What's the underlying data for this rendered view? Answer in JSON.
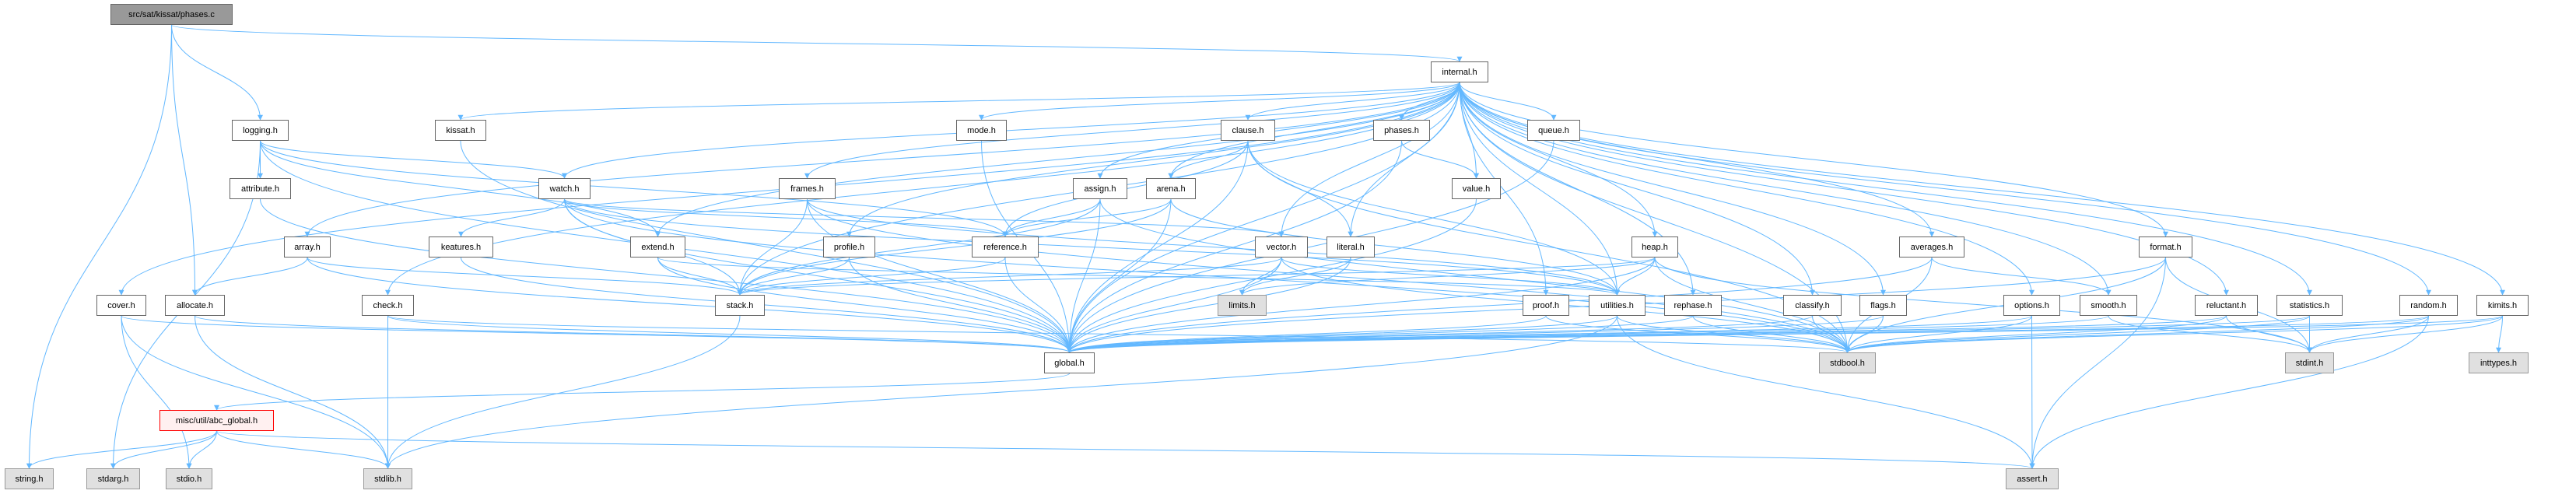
{
  "colors": {
    "edge": "#63b8ff",
    "root_fill": "#999999",
    "system_fill": "#e0e0e0",
    "error_border": "#ff0000"
  },
  "nodes": [
    {
      "id": "phases_c",
      "label": "src/sat/kissat/phases.c",
      "kind": "root"
    },
    {
      "id": "internal",
      "label": "internal.h",
      "kind": "normal"
    },
    {
      "id": "logging",
      "label": "logging.h",
      "kind": "normal"
    },
    {
      "id": "kissat",
      "label": "kissat.h",
      "kind": "normal"
    },
    {
      "id": "mode",
      "label": "mode.h",
      "kind": "normal"
    },
    {
      "id": "clause",
      "label": "clause.h",
      "kind": "normal"
    },
    {
      "id": "phases",
      "label": "phases.h",
      "kind": "normal"
    },
    {
      "id": "queue",
      "label": "queue.h",
      "kind": "normal"
    },
    {
      "id": "attribute",
      "label": "attribute.h",
      "kind": "normal"
    },
    {
      "id": "watch",
      "label": "watch.h",
      "kind": "normal"
    },
    {
      "id": "frames",
      "label": "frames.h",
      "kind": "normal"
    },
    {
      "id": "assign",
      "label": "assign.h",
      "kind": "normal"
    },
    {
      "id": "arena",
      "label": "arena.h",
      "kind": "normal"
    },
    {
      "id": "value",
      "label": "value.h",
      "kind": "normal"
    },
    {
      "id": "array",
      "label": "array.h",
      "kind": "normal"
    },
    {
      "id": "keatures",
      "label": "keatures.h",
      "kind": "normal"
    },
    {
      "id": "extend",
      "label": "extend.h",
      "kind": "normal"
    },
    {
      "id": "profile",
      "label": "profile.h",
      "kind": "normal"
    },
    {
      "id": "reference",
      "label": "reference.h",
      "kind": "normal"
    },
    {
      "id": "vector",
      "label": "vector.h",
      "kind": "normal"
    },
    {
      "id": "literal",
      "label": "literal.h",
      "kind": "normal"
    },
    {
      "id": "heap",
      "label": "heap.h",
      "kind": "normal"
    },
    {
      "id": "averages",
      "label": "averages.h",
      "kind": "normal"
    },
    {
      "id": "format",
      "label": "format.h",
      "kind": "normal"
    },
    {
      "id": "cover",
      "label": "cover.h",
      "kind": "normal"
    },
    {
      "id": "allocate",
      "label": "allocate.h",
      "kind": "normal"
    },
    {
      "id": "check",
      "label": "check.h",
      "kind": "normal"
    },
    {
      "id": "stack",
      "label": "stack.h",
      "kind": "normal"
    },
    {
      "id": "limits",
      "label": "limits.h",
      "kind": "system"
    },
    {
      "id": "proof",
      "label": "proof.h",
      "kind": "normal"
    },
    {
      "id": "utilities",
      "label": "utilities.h",
      "kind": "normal"
    },
    {
      "id": "rephase",
      "label": "rephase.h",
      "kind": "normal"
    },
    {
      "id": "classify",
      "label": "classify.h",
      "kind": "normal"
    },
    {
      "id": "flags",
      "label": "flags.h",
      "kind": "normal"
    },
    {
      "id": "options",
      "label": "options.h",
      "kind": "normal"
    },
    {
      "id": "smooth",
      "label": "smooth.h",
      "kind": "normal"
    },
    {
      "id": "reluctant",
      "label": "reluctant.h",
      "kind": "normal"
    },
    {
      "id": "statistics",
      "label": "statistics.h",
      "kind": "normal"
    },
    {
      "id": "random",
      "label": "random.h",
      "kind": "normal"
    },
    {
      "id": "kimits",
      "label": "kimits.h",
      "kind": "normal"
    },
    {
      "id": "global",
      "label": "global.h",
      "kind": "normal"
    },
    {
      "id": "stdbool",
      "label": "stdbool.h",
      "kind": "system"
    },
    {
      "id": "stdint",
      "label": "stdint.h",
      "kind": "system"
    },
    {
      "id": "inttypes",
      "label": "inttypes.h",
      "kind": "system"
    },
    {
      "id": "abc_global",
      "label": "misc/util/abc_global.h",
      "kind": "error"
    },
    {
      "id": "string",
      "label": "string.h",
      "kind": "system"
    },
    {
      "id": "stdarg",
      "label": "stdarg.h",
      "kind": "system"
    },
    {
      "id": "stdio",
      "label": "stdio.h",
      "kind": "system"
    },
    {
      "id": "stdlib",
      "label": "stdlib.h",
      "kind": "system"
    },
    {
      "id": "assert",
      "label": "assert.h",
      "kind": "system"
    }
  ],
  "edges": [
    [
      "phases_c",
      "internal"
    ],
    [
      "phases_c",
      "logging"
    ],
    [
      "phases_c",
      "allocate"
    ],
    [
      "phases_c",
      "string"
    ],
    [
      "internal",
      "arena"
    ],
    [
      "internal",
      "array"
    ],
    [
      "internal",
      "assign"
    ],
    [
      "internal",
      "averages"
    ],
    [
      "internal",
      "check"
    ],
    [
      "internal",
      "classify"
    ],
    [
      "internal",
      "clause"
    ],
    [
      "internal",
      "cover"
    ],
    [
      "internal",
      "extend"
    ],
    [
      "internal",
      "flags"
    ],
    [
      "internal",
      "format"
    ],
    [
      "internal",
      "frames"
    ],
    [
      "internal",
      "heap"
    ],
    [
      "internal",
      "kimits"
    ],
    [
      "internal",
      "kissat"
    ],
    [
      "internal",
      "literal"
    ],
    [
      "internal",
      "mode"
    ],
    [
      "internal",
      "options"
    ],
    [
      "internal",
      "phases"
    ],
    [
      "internal",
      "profile"
    ],
    [
      "internal",
      "proof"
    ],
    [
      "internal",
      "queue"
    ],
    [
      "internal",
      "random"
    ],
    [
      "internal",
      "reluctant"
    ],
    [
      "internal",
      "rephase"
    ],
    [
      "internal",
      "smooth"
    ],
    [
      "internal",
      "stack"
    ],
    [
      "internal",
      "statistics"
    ],
    [
      "internal",
      "utilities"
    ],
    [
      "internal",
      "value"
    ],
    [
      "internal",
      "vector"
    ],
    [
      "internal",
      "watch"
    ],
    [
      "internal",
      "global"
    ],
    [
      "internal",
      "stdbool"
    ],
    [
      "logging",
      "attribute"
    ],
    [
      "logging",
      "watch"
    ],
    [
      "logging",
      "reference"
    ],
    [
      "logging",
      "extend"
    ],
    [
      "logging",
      "global"
    ],
    [
      "logging",
      "stdarg"
    ],
    [
      "kissat",
      "global"
    ],
    [
      "mode",
      "global"
    ],
    [
      "clause",
      "arena"
    ],
    [
      "clause",
      "reference"
    ],
    [
      "clause",
      "literal"
    ],
    [
      "clause",
      "utilities"
    ],
    [
      "clause",
      "global"
    ],
    [
      "clause",
      "stdbool"
    ],
    [
      "phases",
      "value"
    ],
    [
      "phases",
      "global"
    ],
    [
      "queue",
      "global"
    ],
    [
      "attribute",
      "global"
    ],
    [
      "watch",
      "keatures"
    ],
    [
      "watch",
      "reference"
    ],
    [
      "watch",
      "stack"
    ],
    [
      "watch",
      "vector"
    ],
    [
      "watch",
      "utilities"
    ],
    [
      "watch",
      "global"
    ],
    [
      "watch",
      "stdbool"
    ],
    [
      "frames",
      "stack"
    ],
    [
      "frames",
      "utilities"
    ],
    [
      "frames",
      "global"
    ],
    [
      "frames",
      "stdbool"
    ],
    [
      "assign",
      "reference"
    ],
    [
      "assign",
      "stack"
    ],
    [
      "assign",
      "global"
    ],
    [
      "assign",
      "stdbool"
    ],
    [
      "arena",
      "reference"
    ],
    [
      "arena",
      "stack"
    ],
    [
      "arena",
      "utilities"
    ],
    [
      "arena",
      "global"
    ],
    [
      "value",
      "global"
    ],
    [
      "array",
      "allocate"
    ],
    [
      "array",
      "stack"
    ],
    [
      "array",
      "global"
    ],
    [
      "keatures",
      "global"
    ],
    [
      "extend",
      "stack"
    ],
    [
      "extend",
      "utilities"
    ],
    [
      "extend",
      "global"
    ],
    [
      "profile",
      "stack"
    ],
    [
      "profile",
      "global"
    ],
    [
      "reference",
      "stack"
    ],
    [
      "reference",
      "global"
    ],
    [
      "vector",
      "stack"
    ],
    [
      "vector",
      "limits"
    ],
    [
      "vector",
      "utilities"
    ],
    [
      "vector",
      "global"
    ],
    [
      "vector",
      "stdbool"
    ],
    [
      "literal",
      "limits"
    ],
    [
      "literal",
      "global"
    ],
    [
      "heap",
      "stack"
    ],
    [
      "heap",
      "utilities"
    ],
    [
      "heap",
      "limits"
    ],
    [
      "heap",
      "global"
    ],
    [
      "heap",
      "stdbool"
    ],
    [
      "heap",
      "stdint"
    ],
    [
      "averages",
      "smooth"
    ],
    [
      "averages",
      "global"
    ],
    [
      "averages",
      "stdbool"
    ],
    [
      "format",
      "global"
    ],
    [
      "format",
      "stdint"
    ],
    [
      "format",
      "stdbool"
    ],
    [
      "format",
      "assert"
    ],
    [
      "cover",
      "global"
    ],
    [
      "cover",
      "stdlib"
    ],
    [
      "cover",
      "stdio"
    ],
    [
      "allocate",
      "global"
    ],
    [
      "allocate",
      "stdlib"
    ],
    [
      "check",
      "global"
    ],
    [
      "check",
      "stdlib"
    ],
    [
      "check",
      "stdbool"
    ],
    [
      "stack",
      "stdlib"
    ],
    [
      "proof",
      "global"
    ],
    [
      "proof",
      "stdbool"
    ],
    [
      "utilities",
      "global"
    ],
    [
      "utilities",
      "stdbool"
    ],
    [
      "utilities",
      "assert"
    ],
    [
      "utilities",
      "stdlib"
    ],
    [
      "rephase",
      "global"
    ],
    [
      "rephase",
      "stdbool"
    ],
    [
      "classify",
      "global"
    ],
    [
      "classify",
      "stdbool"
    ],
    [
      "flags",
      "global"
    ],
    [
      "flags",
      "stdbool"
    ],
    [
      "options",
      "global"
    ],
    [
      "options",
      "stdbool"
    ],
    [
      "options",
      "assert"
    ],
    [
      "smooth",
      "global"
    ],
    [
      "smooth",
      "stdint"
    ],
    [
      "reluctant",
      "global"
    ],
    [
      "reluctant",
      "stdbool"
    ],
    [
      "reluctant",
      "stdint"
    ],
    [
      "statistics",
      "global"
    ],
    [
      "statistics",
      "stdbool"
    ],
    [
      "statistics",
      "stdint"
    ],
    [
      "random",
      "global"
    ],
    [
      "random",
      "stdbool"
    ],
    [
      "random",
      "stdint"
    ],
    [
      "random",
      "assert"
    ],
    [
      "kimits",
      "global"
    ],
    [
      "kimits",
      "stdbool"
    ],
    [
      "kimits",
      "stdint"
    ],
    [
      "kimits",
      "inttypes"
    ],
    [
      "global",
      "abc_global"
    ],
    [
      "abc_global",
      "string"
    ],
    [
      "abc_global",
      "stdarg"
    ],
    [
      "abc_global",
      "stdio"
    ],
    [
      "abc_global",
      "stdlib"
    ],
    [
      "abc_global",
      "assert"
    ]
  ]
}
